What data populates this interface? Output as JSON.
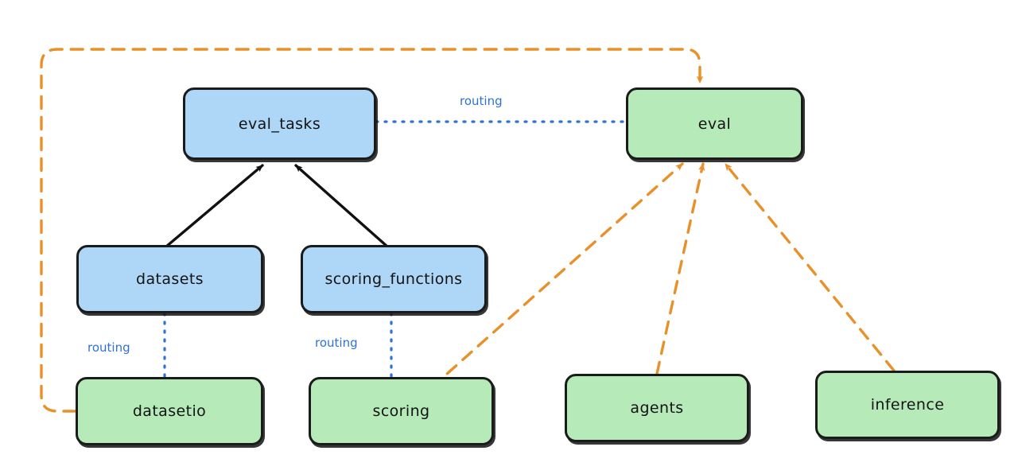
{
  "diagram": {
    "type": "flow-graph",
    "title": "",
    "background": "#ffffff",
    "colors": {
      "api_node_fill": "#aed6f7",
      "provider_node_fill": "#b6ebb9",
      "node_stroke": "#1b1b1b",
      "routing_edge": "#2f72d6",
      "dependency_edge": "#e8912a",
      "composition_edge": "#111111"
    },
    "nodes": [
      {
        "id": "eval_tasks",
        "label": "eval_tasks",
        "kind": "api",
        "fill": "#aed6f7"
      },
      {
        "id": "eval",
        "label": "eval",
        "kind": "provider",
        "fill": "#b6ebb9"
      },
      {
        "id": "datasets",
        "label": "datasets",
        "kind": "api",
        "fill": "#aed6f7"
      },
      {
        "id": "scoring_functions",
        "label": "scoring_functions",
        "kind": "api",
        "fill": "#aed6f7"
      },
      {
        "id": "datasetio",
        "label": "datasetio",
        "kind": "provider",
        "fill": "#b6ebb9"
      },
      {
        "id": "scoring",
        "label": "scoring",
        "kind": "provider",
        "fill": "#b6ebb9"
      },
      {
        "id": "agents",
        "label": "agents",
        "kind": "provider",
        "fill": "#b6ebb9"
      },
      {
        "id": "inference",
        "label": "inference",
        "kind": "provider",
        "fill": "#b6ebb9"
      }
    ],
    "edges": [
      {
        "from": "eval_tasks",
        "to": "eval",
        "label": "routing",
        "style": "dotted",
        "color": "#2f72d6"
      },
      {
        "from": "datasets",
        "to": "datasetio",
        "label": "routing",
        "style": "dotted",
        "color": "#2f72d6"
      },
      {
        "from": "scoring_functions",
        "to": "scoring",
        "label": "routing",
        "style": "dotted",
        "color": "#2f72d6"
      },
      {
        "from": "datasets",
        "to": "eval_tasks",
        "label": "",
        "style": "solid",
        "color": "#111111"
      },
      {
        "from": "scoring_functions",
        "to": "eval_tasks",
        "label": "",
        "style": "solid",
        "color": "#111111"
      },
      {
        "from": "datasetio",
        "to": "eval",
        "label": "",
        "style": "dashed",
        "color": "#e8912a"
      },
      {
        "from": "scoring",
        "to": "eval",
        "label": "",
        "style": "dashed",
        "color": "#e8912a"
      },
      {
        "from": "agents",
        "to": "eval",
        "label": "",
        "style": "dashed",
        "color": "#e8912a"
      },
      {
        "from": "inference",
        "to": "eval",
        "label": "",
        "style": "dashed",
        "color": "#e8912a"
      }
    ],
    "edge_labels": [
      {
        "id": "routing-eval",
        "text": "routing"
      },
      {
        "id": "routing-datasetio",
        "text": "routing"
      },
      {
        "id": "routing-scoring",
        "text": "routing"
      }
    ]
  }
}
